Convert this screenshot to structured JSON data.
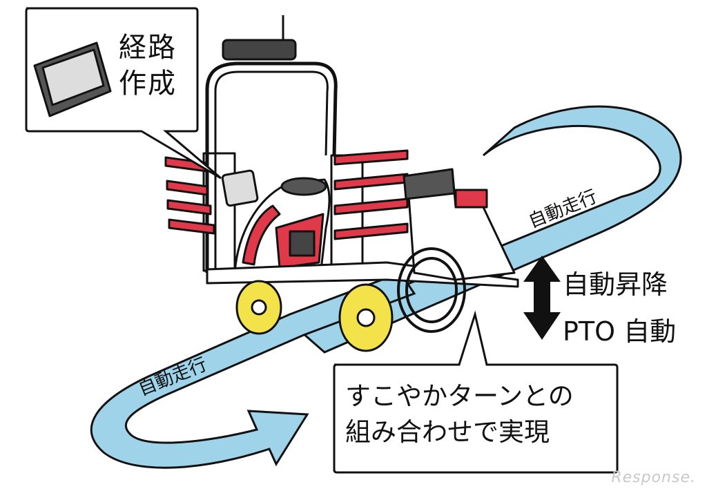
{
  "callouts": {
    "route_creation": {
      "line1": "経路",
      "line2": "作成"
    },
    "turn": {
      "line1": "すこやかターンとの",
      "line2": "組み合わせで実現"
    }
  },
  "path_labels": {
    "upper": "自動走行",
    "lower": "自動走行"
  },
  "functions": {
    "lift": "自動昇降",
    "pto": "PTO 自動"
  },
  "watermark": "Response.",
  "colors": {
    "path_fill": "#9fd3ea",
    "accent_red": "#e03a4a",
    "wheel_yellow": "#f4e24a",
    "outline": "#111111"
  },
  "icons": [
    "tablet-icon",
    "double-arrow-icon",
    "rice-transplanter-illustration"
  ]
}
